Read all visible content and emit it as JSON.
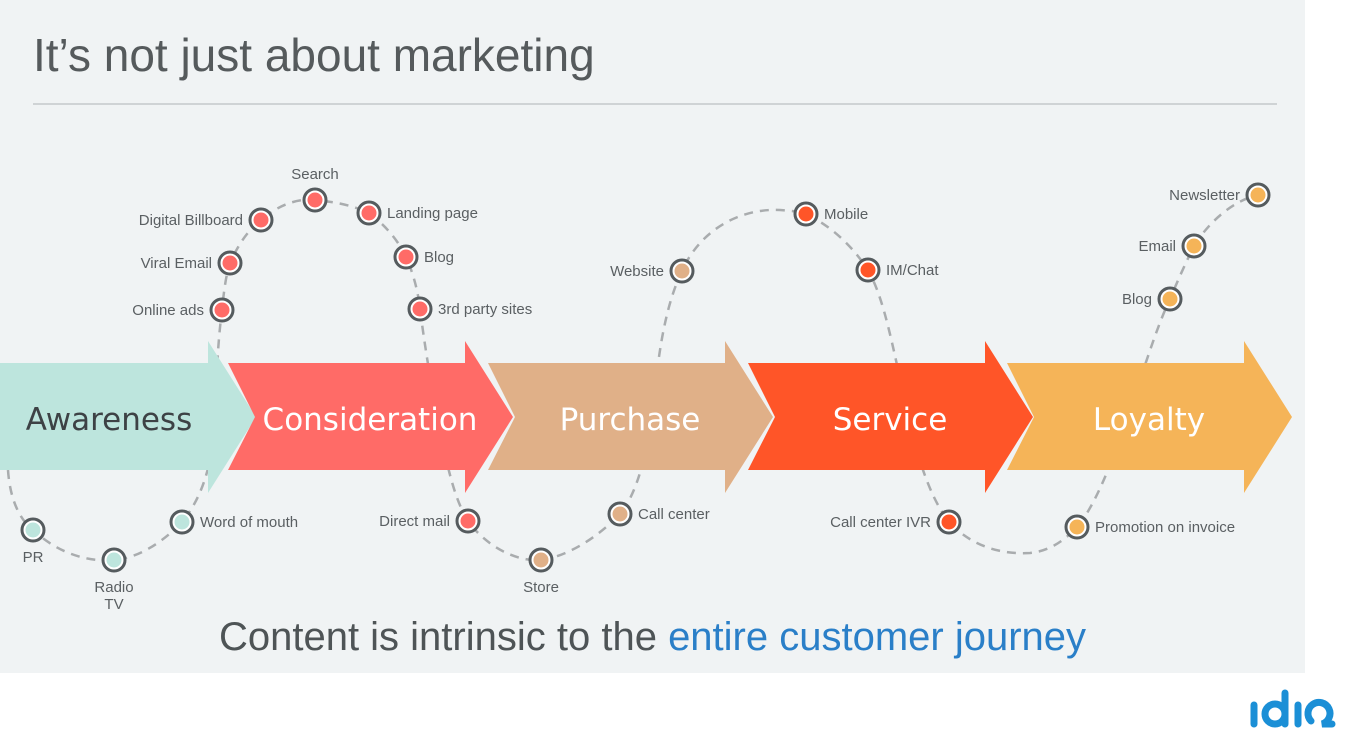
{
  "title": "It’s not just about marketing",
  "stages": [
    {
      "label": "Awareness",
      "color": "#bde5dd",
      "text_color": "#3d4245"
    },
    {
      "label": "Consideration",
      "color": "#ff6b67",
      "text_color": "#ffffff"
    },
    {
      "label": "Purchase",
      "color": "#e0b088",
      "text_color": "#ffffff"
    },
    {
      "label": "Service",
      "color": "#ff5528",
      "text_color": "#ffffff"
    },
    {
      "label": "Loyalty",
      "color": "#f5b458",
      "text_color": "#ffffff"
    }
  ],
  "touchpoints": [
    {
      "label": "PR",
      "stage": 0
    },
    {
      "label": "Radio",
      "label2": "TV",
      "stage": 0
    },
    {
      "label": "Word of mouth",
      "stage": 0
    },
    {
      "label": "Online ads",
      "stage": 1
    },
    {
      "label": "Viral Email",
      "stage": 1
    },
    {
      "label": "Digital Billboard",
      "stage": 1
    },
    {
      "label": "Search",
      "stage": 1
    },
    {
      "label": "Landing page",
      "stage": 1
    },
    {
      "label": "Blog",
      "stage": 1
    },
    {
      "label": "3rd party sites",
      "stage": 1
    },
    {
      "label": "Direct mail",
      "stage": 1
    },
    {
      "label": "Store",
      "stage": 2
    },
    {
      "label": "Call center",
      "stage": 2
    },
    {
      "label": "Website",
      "stage": 2
    },
    {
      "label": "Mobile",
      "stage": 3
    },
    {
      "label": "IM/Chat",
      "stage": 3
    },
    {
      "label": "Call center IVR",
      "stage": 3
    },
    {
      "label": "Promotion on invoice",
      "stage": 4
    },
    {
      "label": "Blog",
      "stage": 4
    },
    {
      "label": "Email",
      "stage": 4
    },
    {
      "label": "Newsletter",
      "stage": 4
    }
  ],
  "footer": {
    "prefix": "Content is intrinsic to the ",
    "highlight": "entire customer journey"
  },
  "logo": "idio",
  "colors": {
    "highlight": "#2a7fc8",
    "logo": "#1b8fd6",
    "path": "#a9acae",
    "ring": "#555b5e"
  }
}
